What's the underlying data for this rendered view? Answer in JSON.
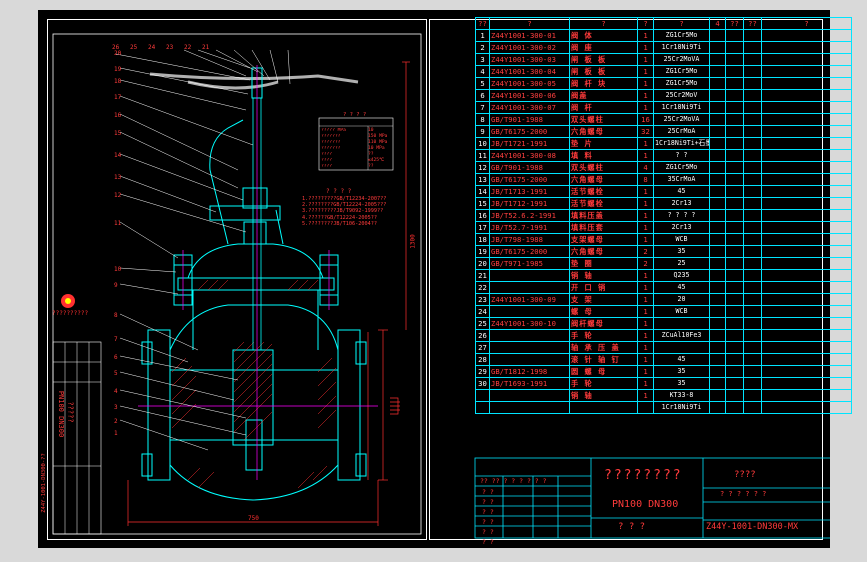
{
  "drawing": {
    "bom_header": [
      "??",
      "?",
      "?",
      "?",
      "?",
      "?",
      "?",
      "?",
      "?"
    ],
    "bom_header_sub": [
      "4",
      "??",
      "??"
    ],
    "bom_rows": [
      {
        "no": "1",
        "code": "Z44Y1001-300-01",
        "name": "阀 体",
        "qty": "1",
        "mat": "ZG1Cr5Mo"
      },
      {
        "no": "2",
        "code": "Z44Y1001-300-02",
        "name": "阀 座",
        "qty": "1",
        "mat": "1Cr18Ni9Ti"
      },
      {
        "no": "3",
        "code": "Z44Y1001-300-03",
        "name": "闸 板 板",
        "qty": "1",
        "mat": "25Cr2MoVA"
      },
      {
        "no": "4",
        "code": "Z44Y1001-300-04",
        "name": "闸 板 板",
        "qty": "1",
        "mat": "ZG1Cr5Mo"
      },
      {
        "no": "5",
        "code": "Z44Y1001-300-05",
        "name": "阀 杆 块",
        "qty": "1",
        "mat": "ZG1Cr5Mo"
      },
      {
        "no": "6",
        "code": "Z44Y1001-300-06",
        "name": "阀盖",
        "qty": "1",
        "mat": "25Cr2MoV"
      },
      {
        "no": "7",
        "code": "Z44Y1001-300-07",
        "name": "阀 杆",
        "qty": "1",
        "mat": "1Cr18Ni9Ti"
      },
      {
        "no": "8",
        "code": "GB/T901-1988",
        "name": "双头螺柱",
        "qty": "16",
        "mat": "25Cr2MoVA"
      },
      {
        "no": "9",
        "code": "GB/T6175-2000",
        "name": "六角螺母",
        "qty": "32",
        "mat": "25CrMoA"
      },
      {
        "no": "10",
        "code": "JB/T1721-1991",
        "name": "垫 片",
        "qty": "1",
        "mat": "1Cr18Ni9Ti+石墨"
      },
      {
        "no": "11",
        "code": "Z44Y1001-300-08",
        "name": "填 料",
        "qty": "1",
        "mat": "? ?"
      },
      {
        "no": "12",
        "code": "GB/T901-1988",
        "name": "双头螺柱",
        "qty": "4",
        "mat": "ZG1Cr5Mo"
      },
      {
        "no": "13",
        "code": "GB/T6175-2000",
        "name": "六角螺母",
        "qty": "8",
        "mat": "35CrMoA"
      },
      {
        "no": "14",
        "code": "JB/T1713-1991",
        "name": "活节螺栓",
        "qty": "1",
        "mat": "45"
      },
      {
        "no": "15",
        "code": "JB/T1712-1991",
        "name": "活节螺栓",
        "qty": "1",
        "mat": "2Cr13"
      },
      {
        "no": "16",
        "code": "JB/T52.6.2-1991",
        "name": "填料压盖",
        "qty": "1",
        "mat": "? ? ? ?"
      },
      {
        "no": "17",
        "code": "JB/T52.7-1991",
        "name": "填料压套",
        "qty": "1",
        "mat": "2Cr13"
      },
      {
        "no": "18",
        "code": "JB/T798-1988",
        "name": "支架螺母",
        "qty": "1",
        "mat": "WCB"
      },
      {
        "no": "19",
        "code": "GB/T6175-2000",
        "name": "六角螺母",
        "qty": "2",
        "mat": "35"
      },
      {
        "no": "20",
        "code": "GB/T971-1985",
        "name": "垫 圈",
        "qty": "2",
        "mat": "25"
      },
      {
        "no": "21",
        "code": "",
        "name": "销 轴",
        "qty": "1",
        "mat": "Q235"
      },
      {
        "no": "22",
        "code": "",
        "name": "开 口 销",
        "qty": "1",
        "mat": "45"
      },
      {
        "no": "23",
        "code": "Z44Y1001-300-09",
        "name": "支 架",
        "qty": "1",
        "mat": "20"
      },
      {
        "no": "24",
        "code": "",
        "name": "螺 母",
        "qty": "1",
        "mat": "WCB"
      },
      {
        "no": "25",
        "code": "Z44Y1001-300-10",
        "name": "阀杆螺母",
        "qty": "1",
        "mat": ""
      },
      {
        "no": "26",
        "code": "",
        "name": "手 轮",
        "qty": "1",
        "mat": "ZCuAl10Fe3"
      },
      {
        "no": "27",
        "code": "",
        "name": "轴 承 压 盖",
        "qty": "1",
        "mat": ""
      },
      {
        "no": "28",
        "code": "",
        "name": "滚 针 轴 钉",
        "qty": "1",
        "mat": "45"
      },
      {
        "no": "29",
        "code": "GB/T1812-1998",
        "name": "圆 螺 母",
        "qty": "1",
        "mat": "35"
      },
      {
        "no": "30",
        "code": "JB/T1693-1991",
        "name": "手 轮",
        "qty": "1",
        "mat": "35"
      },
      {
        "no": "",
        "code": "",
        "name": "销 轴",
        "qty": "1",
        "mat": "KT33-8"
      },
      {
        "no": "",
        "code": "",
        "name": "",
        "qty": "",
        "mat": "1Cr18Ni9Ti"
      }
    ],
    "title_main": "????????",
    "title_spec": "PN100  DN300",
    "title_right": "????",
    "drawing_no": "Z44Y-1001-DN300-MX",
    "title_bottom": "?  ?  ?",
    "title_marks": "?  ?  ?  ?  ?  ?",
    "tb_left_rows": [
      "?? ?? ? ? ? ? ? ?",
      "? ?",
      "? ?",
      "? ?",
      "? ?",
      "? ?",
      "? ?"
    ],
    "tb_left_cols": [
      "? ?",
      "? ?",
      "? ?"
    ],
    "left_stamp": "??????????",
    "side_vertical": [
      "PN100 DN300",
      "?????"
    ],
    "side_left_tag": "Z44Y-1001-DN300-??",
    "tech_req_title": "? ? ? ?",
    "tech_req": [
      "1.?????????GB/T12234-2007??",
      "2.????????GB/T12224-2005???",
      "3.?????????JB/T9092-1999??",
      "4.??????GB/T12224-2005??",
      "5.????????JB/T106-2004??"
    ],
    "param_table_title": "? ? ? ?",
    "param_rows": [
      [
        "????? MPa",
        "10"
      ],
      [
        "???????",
        "150 MPa"
      ],
      [
        "???????",
        "110 MPa"
      ],
      [
        "???????",
        "10 MPa"
      ],
      [
        "????",
        "??"
      ],
      [
        "????",
        "≤425℃"
      ],
      [
        "????",
        "??"
      ]
    ],
    "balloons": [
      "26",
      "25",
      "24",
      "23",
      "22",
      "21",
      "20",
      "19",
      "18",
      "17",
      "16",
      "15",
      "14",
      "13",
      "12",
      "11",
      "10",
      "9",
      "8",
      "7",
      "6",
      "5",
      "4",
      "3",
      "2",
      "1"
    ],
    "dims": {
      "height": "1300",
      "width": "750",
      "bore": "DN300"
    },
    "colors": {
      "frame": "#ffffff",
      "outline": "#00ffff",
      "centerline": "#ff00ff",
      "dimension": "#ff3030",
      "hatch": "#ff3030",
      "leader": "#ffffff",
      "handwheel": "#b0b0b0"
    }
  }
}
